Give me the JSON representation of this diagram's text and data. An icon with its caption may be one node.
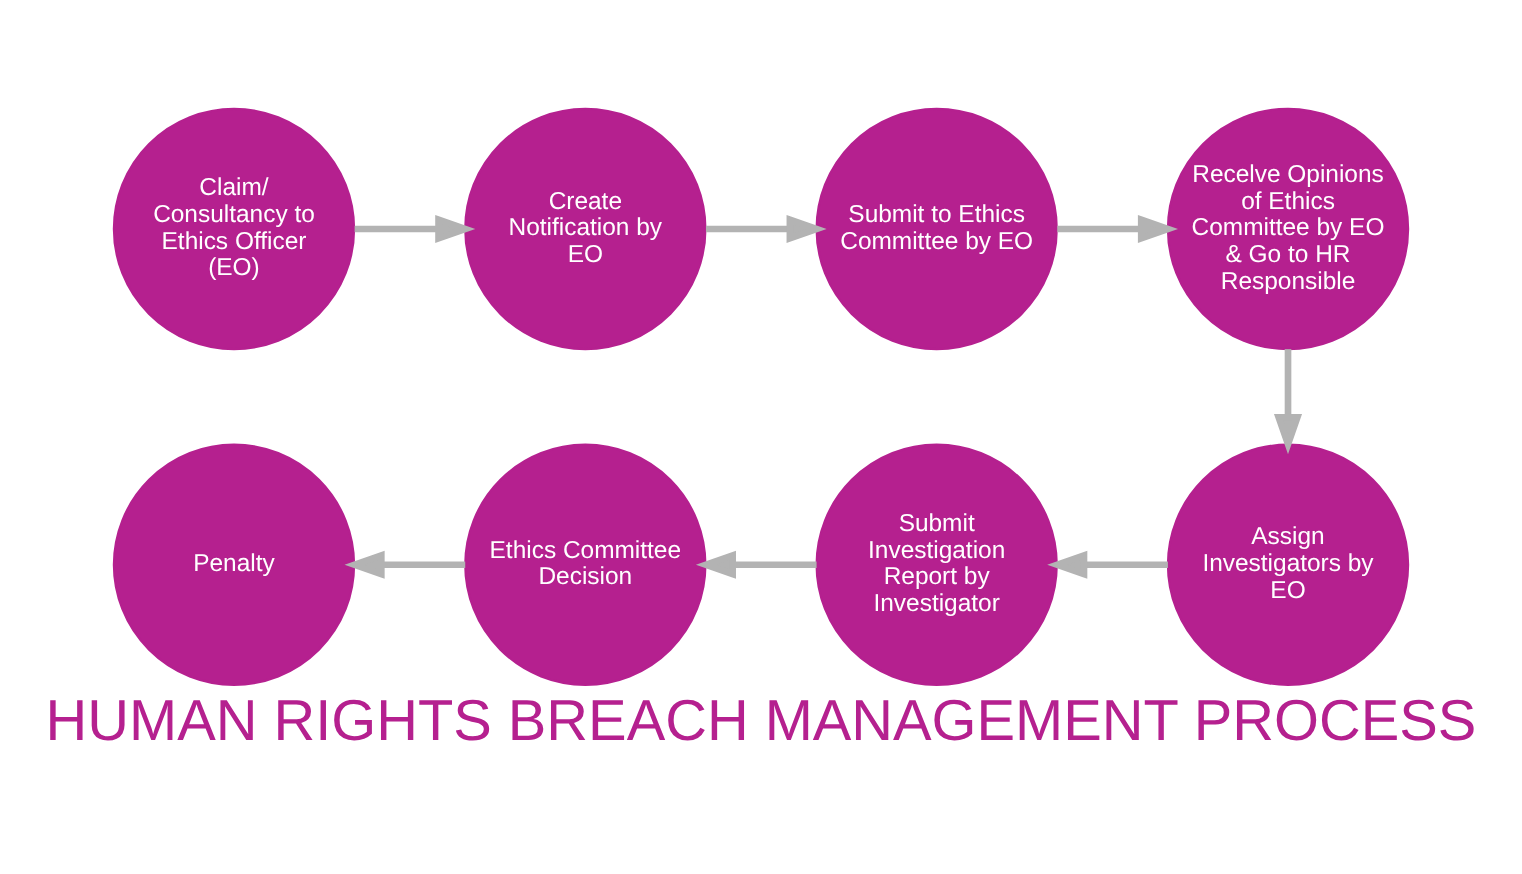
{
  "diagram": {
    "title": "HUMAN RIGHTS BREACH MANAGEMENT PROCESS",
    "nodes": [
      {
        "text": [
          "Claim/ Consultancy to Ethics Officer (EO)"
        ]
      },
      {
        "text": [
          "Create Notification by EO"
        ]
      },
      {
        "text": [
          "Submit to Ethics Committee by EO"
        ]
      },
      {
        "text": [
          "Recelve Opinions of Ethics Committee by EO & Go to HR Responsible"
        ]
      },
      {
        "text": [
          "Assign Investigators by EO"
        ]
      },
      {
        "text": [
          "Submit Investigation Report by Investigator"
        ]
      },
      {
        "text": [
          "Ethics Committee Decision"
        ]
      },
      {
        "text": [
          "Penalty"
        ]
      }
    ],
    "edges": [
      {
        "from": 0,
        "to": 1,
        "arrow": "to"
      },
      {
        "from": 1,
        "to": 2,
        "arrow": "to"
      },
      {
        "from": 2,
        "to": 3,
        "arrow": "to"
      },
      {
        "from": 3,
        "to": 4,
        "arrow": "to"
      },
      {
        "from": 4,
        "to": 5,
        "arrow": "to"
      },
      {
        "from": 5,
        "to": 6,
        "arrow": "to"
      },
      {
        "from": 6,
        "to": 7,
        "arrow": "to"
      }
    ]
  }
}
